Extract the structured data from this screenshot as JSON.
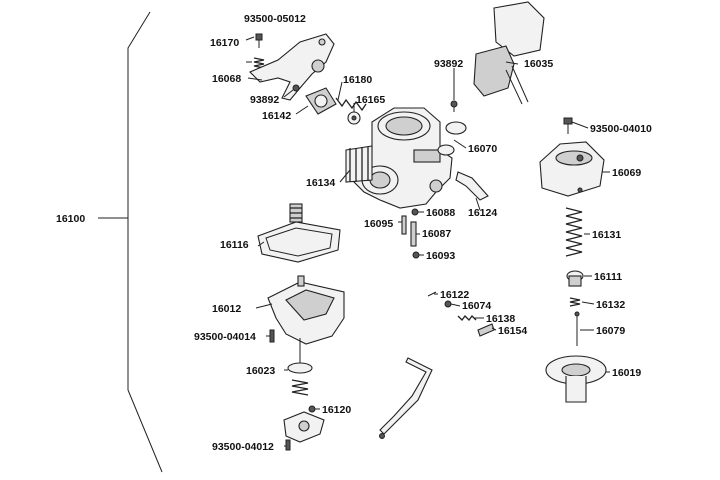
{
  "diagram": {
    "assembly_number": "16100",
    "labels": {
      "l_93500_05012": "93500-05012",
      "l_16170": "16170",
      "l_16068": "16068",
      "l_93892_a": "93892",
      "l_16180": "16180",
      "l_16165": "16165",
      "l_16142": "16142",
      "l_93892_b": "93892",
      "l_16035": "16035",
      "l_16070": "16070",
      "l_16134": "16134",
      "l_16124": "16124",
      "l_16088": "16088",
      "l_16095": "16095",
      "l_16087": "16087",
      "l_16093": "16093",
      "l_16116": "16116",
      "l_16122": "16122",
      "l_16074": "16074",
      "l_16012": "16012",
      "l_16138": "16138",
      "l_16154": "16154",
      "l_93500_04014": "93500-04014",
      "l_16023": "16023",
      "l_16120": "16120",
      "l_93500_04012": "93500-04012",
      "l_93500_04010": "93500-04010",
      "l_16069": "16069",
      "l_16131": "16131",
      "l_16111": "16111",
      "l_16132": "16132",
      "l_16079": "16079",
      "l_16019": "16019"
    }
  }
}
